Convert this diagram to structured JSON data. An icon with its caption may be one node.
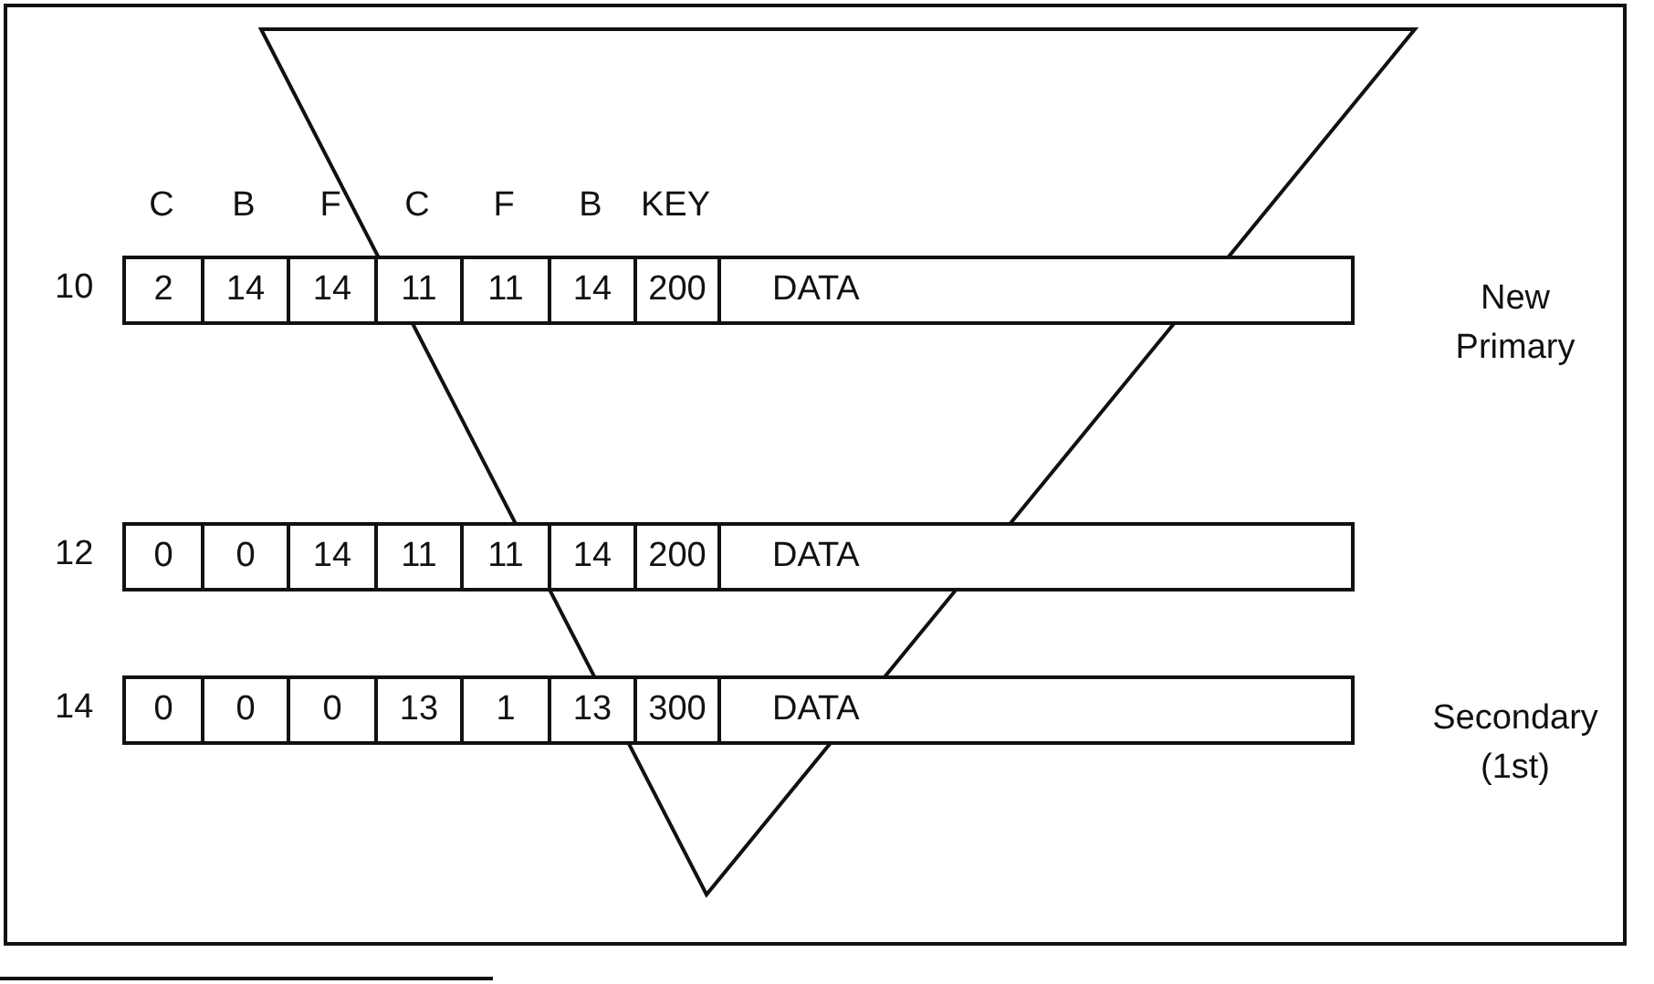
{
  "diagram": {
    "labels": [
      "C",
      "B",
      "F",
      "C",
      "F",
      "B",
      "KEY",
      "10",
      "2",
      "14",
      "14",
      "11",
      "11",
      "14",
      "200",
      "DATA",
      "New Primary",
      "12",
      "0",
      "0",
      "14",
      "11",
      "11",
      "14",
      "200",
      "DATA",
      "14",
      "0",
      "0",
      "0",
      "13",
      "1",
      "13",
      "300",
      "DATA",
      "Secondary (1st)"
    ]
  }
}
